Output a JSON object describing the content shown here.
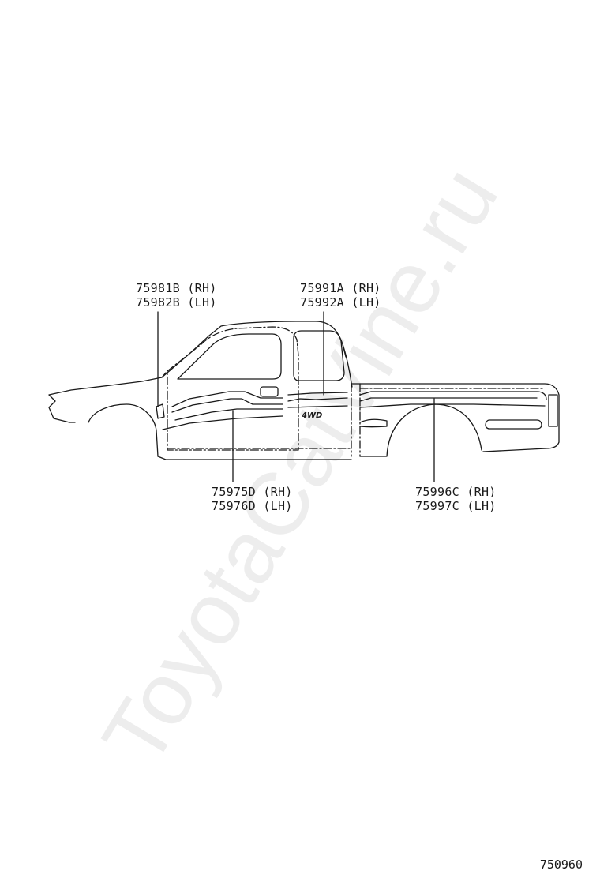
{
  "watermark": "ToyotaCatVine.ru",
  "figure_number": "750960",
  "callouts": [
    {
      "part_rh": "75981B (RH)",
      "part_lh": "75982B (LH)"
    },
    {
      "part_rh": "75991A (RH)",
      "part_lh": "75992A (LH)"
    },
    {
      "part_rh": "75975D (RH)",
      "part_lh": "75976D (LH)"
    },
    {
      "part_rh": "75996C (RH)",
      "part_lh": "75997C (LH)"
    }
  ],
  "stripe_text": "4WD"
}
